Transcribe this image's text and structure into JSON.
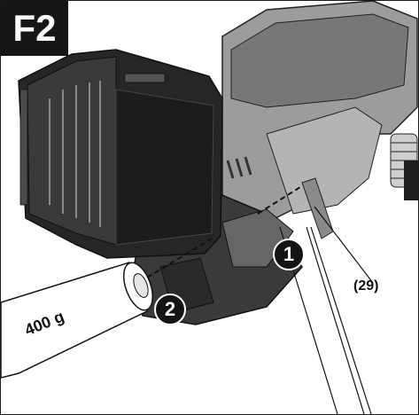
{
  "figure": {
    "label": "F2"
  },
  "callouts": {
    "part_ref": "(29)",
    "step_1": "1",
    "step_2": "2"
  },
  "cartridge": {
    "text": "400 g"
  },
  "icons": [
    "grease-cartridge-icon",
    "grease-gun-icon",
    "battery-pack-icon"
  ],
  "colors": {
    "body": "#9a9a9a",
    "battery": "#262626",
    "label_bg": "#161616",
    "line": "#111111"
  }
}
